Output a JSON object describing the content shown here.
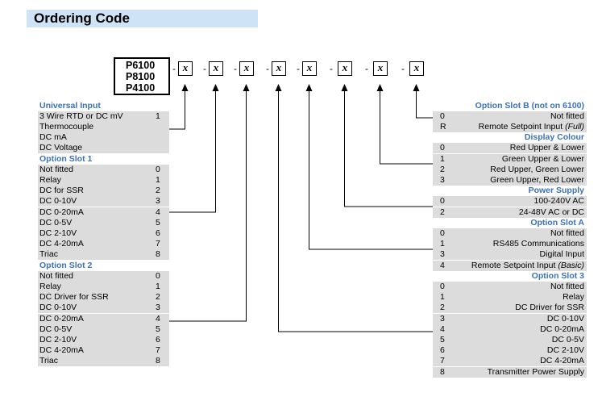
{
  "title": "Ordering Code",
  "models": [
    "P6100",
    "P8100",
    "P4100"
  ],
  "code_placeholder": "x",
  "separator": "-",
  "left_groups": [
    {
      "heading": "Universal Input",
      "rows": [
        {
          "label": "3 Wire RTD or DC mV",
          "code": "1"
        },
        {
          "label": "Thermocouple",
          "code": ""
        },
        {
          "label": "DC mA",
          "code": ""
        },
        {
          "label": "DC Voltage",
          "code": ""
        }
      ]
    },
    {
      "heading": "Option Slot 1",
      "rows": [
        {
          "label": "Not fitted",
          "code": "0"
        },
        {
          "label": "Relay",
          "code": "1"
        },
        {
          "label": "DC for SSR",
          "code": "2"
        },
        {
          "label": "DC 0-10V",
          "code": "3"
        },
        {
          "label": "DC 0-20mA",
          "code": "4"
        },
        {
          "label": "DC 0-5V",
          "code": "5"
        },
        {
          "label": "DC 2-10V",
          "code": "6"
        },
        {
          "label": "DC 4-20mA",
          "code": "7"
        },
        {
          "label": "Triac",
          "code": "8"
        }
      ]
    },
    {
      "heading": "Option Slot 2",
      "rows": [
        {
          "label": "Not fitted",
          "code": "0"
        },
        {
          "label": "Relay",
          "code": "1"
        },
        {
          "label": "DC Driver for SSR",
          "code": "2"
        },
        {
          "label": "DC 0-10V",
          "code": "3"
        },
        {
          "label": "DC 0-20mA",
          "code": "4"
        },
        {
          "label": "DC 0-5V",
          "code": "5"
        },
        {
          "label": "DC 2-10V",
          "code": "6"
        },
        {
          "label": "DC 4-20mA",
          "code": "7"
        },
        {
          "label": "Triac",
          "code": "8"
        }
      ]
    }
  ],
  "right_groups": [
    {
      "heading": "Option Slot B (not on 6100)",
      "rows": [
        {
          "code": "0",
          "label": "Not fitted"
        },
        {
          "code": "R",
          "label": "Remote Setpoint Input",
          "note": "(Full)"
        }
      ]
    },
    {
      "heading": "Display Colour",
      "rows": [
        {
          "code": "0",
          "label": "Red Upper & Lower"
        },
        {
          "code": "1",
          "label": "Green Upper & Lower"
        },
        {
          "code": "2",
          "label": "Red Upper, Green Lower"
        },
        {
          "code": "3",
          "label": "Green Upper, Red Lower"
        }
      ]
    },
    {
      "heading": "Power Supply",
      "rows": [
        {
          "code": "0",
          "label": "100-240V AC"
        },
        {
          "code": "2",
          "label": "24-48V AC or DC"
        }
      ]
    },
    {
      "heading": "Option Slot A",
      "rows": [
        {
          "code": "0",
          "label": "Not fitted"
        },
        {
          "code": "1",
          "label": "RS485 Communications"
        },
        {
          "code": "3",
          "label": "Digital Input"
        },
        {
          "code": "4",
          "label": "Remote Setpoint Input",
          "note": "(Basic)"
        }
      ]
    },
    {
      "heading": "Option Slot 3",
      "rows": [
        {
          "code": "0",
          "label": "Not fitted"
        },
        {
          "code": "1",
          "label": "Relay"
        },
        {
          "code": "2",
          "label": "DC Driver for SSR"
        },
        {
          "code": "3",
          "label": "DC 0-10V"
        },
        {
          "code": "4",
          "label": "DC 0-20mA"
        },
        {
          "code": "5",
          "label": "DC 0-5V"
        },
        {
          "code": "6",
          "label": "DC 2-10V"
        },
        {
          "code": "7",
          "label": "DC 4-20mA"
        },
        {
          "code": "8",
          "label": "Transmitter Power Supply"
        }
      ]
    }
  ],
  "colors": {
    "heading": "#3a72b8",
    "title_bg": "#cfe3f7",
    "row_bg": "#dcdcdc"
  }
}
